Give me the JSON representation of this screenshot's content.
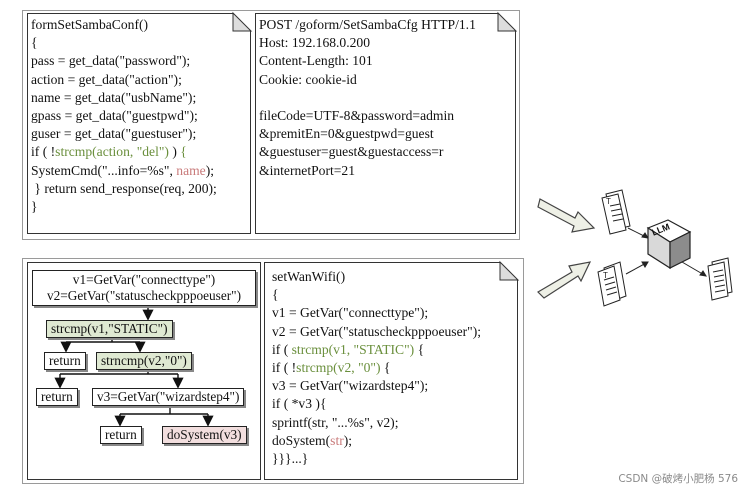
{
  "top_left_code": {
    "lines": [
      [
        {
          "t": "formSetSambaConf()"
        }
      ],
      [
        {
          "t": "{"
        }
      ],
      [
        {
          "t": "pass = get_data(\"password\");"
        }
      ],
      [
        {
          "t": "action = get_data(\"action\");"
        }
      ],
      [
        {
          "t": "name = get_data(\"usbName\");"
        }
      ],
      [
        {
          "t": "gpass = get_data(\"guestpwd\");"
        }
      ],
      [
        {
          "t": "guser = get_data(\"guestuser\");"
        }
      ],
      [
        {
          "t": "if ( !"
        },
        {
          "t": "strcmp(action, \"del\")",
          "c": "green"
        },
        {
          "t": " ) "
        },
        {
          "t": "{",
          "c": "green"
        }
      ],
      [
        {
          "t": "SystemCmd(\"...info=%s\", "
        },
        {
          "t": "name",
          "c": "red"
        },
        {
          "t": ");"
        }
      ],
      [
        {
          "t": " } return send_response(req, 200);"
        }
      ],
      [
        {
          "t": "}"
        }
      ]
    ]
  },
  "top_right_code": {
    "lines": [
      [
        {
          "t": "POST /goform/SetSambaCfg HTTP/1.1"
        }
      ],
      [
        {
          "t": "Host: 192.168.0.200"
        }
      ],
      [
        {
          "t": "Content-Length: 101"
        }
      ],
      [
        {
          "t": "Cookie: cookie-id"
        }
      ],
      [
        {
          "t": ""
        }
      ],
      [
        {
          "t": "fileCode=UTF-8&password=admin"
        }
      ],
      [
        {
          "t": "&premitEn=0&guestpwd=guest"
        }
      ],
      [
        {
          "t": "&guestuser=guest&guestaccess=r"
        }
      ],
      [
        {
          "t": "&internetPort=21"
        }
      ]
    ]
  },
  "flowchart": {
    "header": [
      "v1=GetVar(\"connecttype\")",
      "v2=GetVar(\"statuscheckpppoeuser\")"
    ],
    "node_strcmp": "strcmp(v1,\"STATIC\")",
    "node_return1": "return",
    "node_strncmp": "strncmp(v2,\"0\")",
    "node_return2": "return",
    "node_getvar": "v3=GetVar(\"wizardstep4\")",
    "node_return3": "return",
    "node_dosystem": "doSystem(v3)"
  },
  "bottom_right_code": {
    "lines": [
      [
        {
          "t": "setWanWifi()"
        }
      ],
      [
        {
          "t": "{"
        }
      ],
      [
        {
          "t": "v1 = GetVar(\"connecttype\");"
        }
      ],
      [
        {
          "t": "v2 = GetVar(\"statuscheckpppoeuser\");"
        }
      ],
      [
        {
          "t": "if ( "
        },
        {
          "t": "strcmp(v1, \"STATIC\")",
          "c": "green"
        },
        {
          "t": " {"
        }
      ],
      [
        {
          "t": "if ( !"
        },
        {
          "t": "strcmp(v2, \"0\")",
          "c": "green"
        },
        {
          "t": " {"
        }
      ],
      [
        {
          "t": "v3 = GetVar(\"wizardstep4\");"
        }
      ],
      [
        {
          "t": "if ( *v3 ){"
        }
      ],
      [
        {
          "t": "sprintf(str, \"...%s\", v2);"
        }
      ],
      [
        {
          "t": "doSystem("
        },
        {
          "t": "str",
          "c": "red"
        },
        {
          "t": ");"
        }
      ],
      [
        {
          "t": "}}}...}"
        }
      ]
    ]
  },
  "llm_label": "LLM",
  "watermark": "CSDN @破烤小肥杨 576"
}
